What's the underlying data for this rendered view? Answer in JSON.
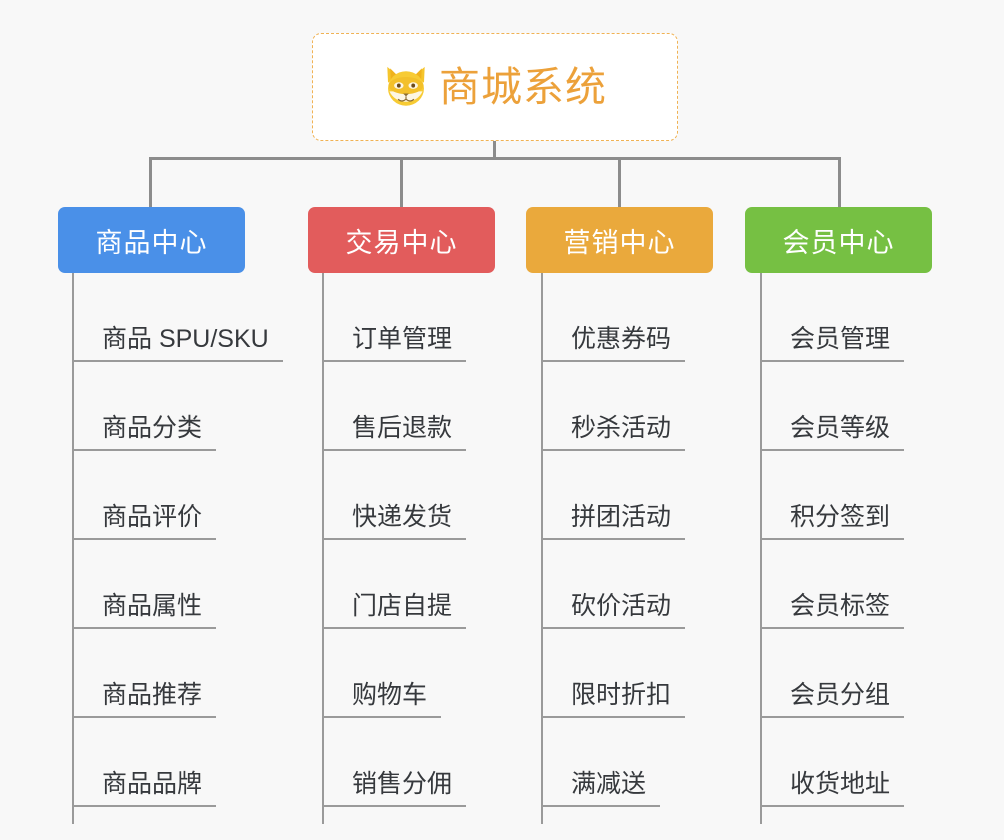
{
  "background_color": "#f8f8f8",
  "root": {
    "title": "商城系统",
    "icon": "shiba-dog-face-icon",
    "text_color": "#eca13a",
    "border_color": "#f0b254",
    "background_color": "#ffffff"
  },
  "connector_color": "#8c8c8c",
  "columns": [
    {
      "header": "商品中心",
      "color": "#4a90e8",
      "items": [
        "商品 SPU/SKU",
        "商品分类",
        "商品评价",
        "商品属性",
        "商品推荐",
        "商品品牌"
      ]
    },
    {
      "header": "交易中心",
      "color": "#e25c5c",
      "items": [
        "订单管理",
        "售后退款",
        "快递发货",
        "门店自提",
        "购物车",
        "销售分佣"
      ]
    },
    {
      "header": "营销中心",
      "color": "#eaa93c",
      "items": [
        "优惠券码",
        "秒杀活动",
        "拼团活动",
        "砍价活动",
        "限时折扣",
        "满减送"
      ]
    },
    {
      "header": "会员中心",
      "color": "#76c043",
      "items": [
        "会员管理",
        "会员等级",
        "积分签到",
        "会员标签",
        "会员分组",
        "收货地址"
      ]
    }
  ]
}
